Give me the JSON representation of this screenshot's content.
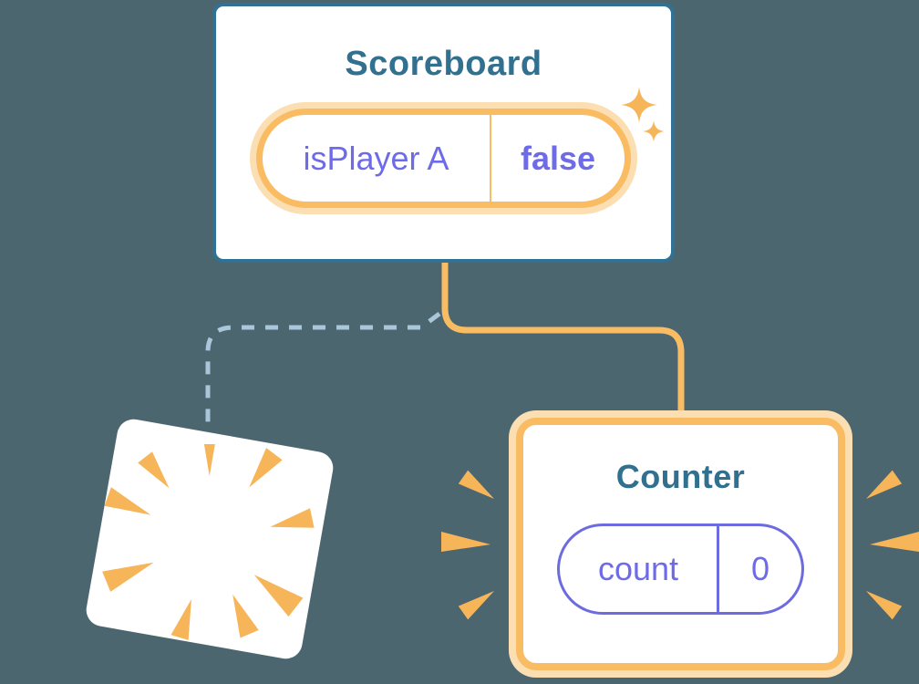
{
  "diagram": {
    "scoreboard": {
      "title": "Scoreboard",
      "state": {
        "key": "isPlayer A",
        "value": "false"
      }
    },
    "counter": {
      "title": "Counter",
      "state": {
        "key": "count",
        "value": "0"
      }
    }
  },
  "icons": [
    "sparkles-icon",
    "poof-icon",
    "burst-icon"
  ],
  "colors": {
    "background": "#4C6670",
    "card_background": "#FFFFFF",
    "card_border_teal": "#2F7295",
    "title_text": "#31708F",
    "accent_orange": "#F9BC62",
    "accent_orange_light": "#FBDFB2",
    "burst_orange": "#F7B559",
    "state_purple": "#6D6BE8",
    "pill_border_purple": "#6D6BE0",
    "dashed_line_blue": "#A9C6DA"
  }
}
